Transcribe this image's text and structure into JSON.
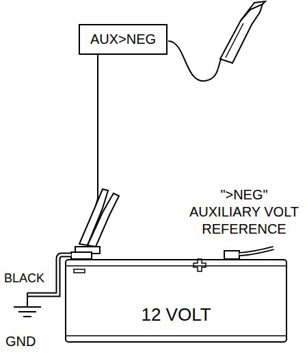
{
  "diagram": {
    "nodes": [
      {
        "text": [
          "AUX>NEG"
        ]
      },
      {
        "text": [
          "12 VOLT"
        ]
      }
    ],
    "edges": [
      {
        "from": 0,
        "to": 1,
        "arrow": "none"
      }
    ],
    "labels": [
      "\">NEG\" AUXILIARY VOLT REFERENCE",
      "BLACK",
      "GND"
    ]
  }
}
